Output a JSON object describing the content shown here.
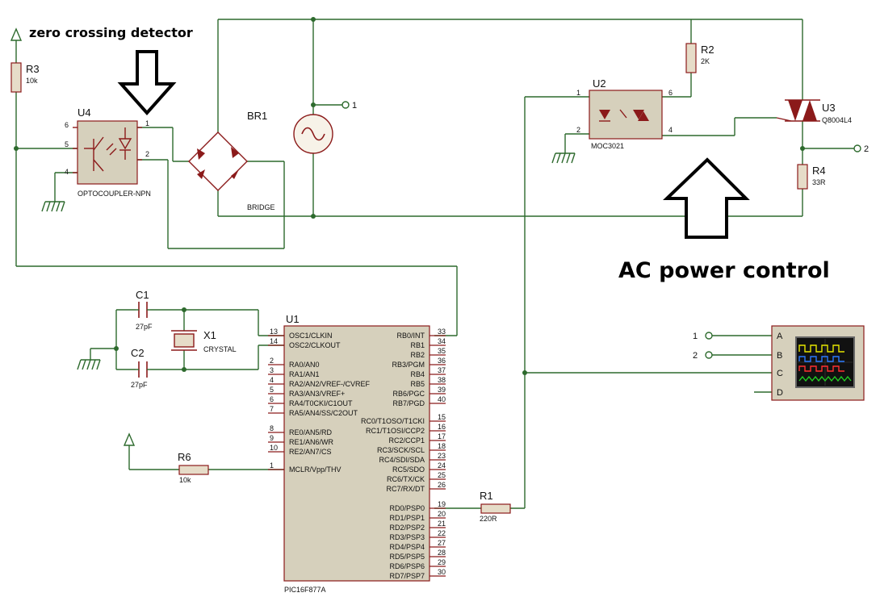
{
  "annotations": {
    "zero_crossing": "zero crossing detector",
    "ac_power": "AC power control"
  },
  "components": {
    "r3": {
      "ref": "R3",
      "value": "10k"
    },
    "u4": {
      "ref": "U4",
      "value": "OPTOCOUPLER-NPN",
      "pins": [
        "6",
        "5",
        "4",
        "1",
        "2"
      ]
    },
    "br1": {
      "ref": "BR1",
      "value": "BRIDGE"
    },
    "source": {
      "terminal": "1"
    },
    "r2": {
      "ref": "R2",
      "value": "2K"
    },
    "u2": {
      "ref": "U2",
      "value": "MOC3021",
      "pins": [
        "1",
        "2",
        "6",
        "4"
      ]
    },
    "u3": {
      "ref": "U3",
      "value": "Q8004L4"
    },
    "terminal2": "2",
    "r4": {
      "ref": "R4",
      "value": "33R"
    },
    "c1": {
      "ref": "C1",
      "value": "27pF"
    },
    "c2": {
      "ref": "C2",
      "value": "27pF"
    },
    "x1": {
      "ref": "X1",
      "value": "CRYSTAL"
    },
    "r6": {
      "ref": "R6",
      "value": "10k"
    },
    "r1": {
      "ref": "R1",
      "value": "220R"
    },
    "scope": {
      "inputs": [
        "1",
        "2"
      ],
      "channels": [
        "A",
        "B",
        "C",
        "D"
      ]
    }
  },
  "u1": {
    "ref": "U1",
    "part": "PIC16F877A",
    "left_pins": [
      {
        "num": "13",
        "name": "OSC1/CLKIN"
      },
      {
        "num": "14",
        "name": "OSC2/CLKOUT"
      },
      {
        "num": "2",
        "name": "RA0/AN0"
      },
      {
        "num": "3",
        "name": "RA1/AN1"
      },
      {
        "num": "4",
        "name": "RA2/AN2/VREF-/CVREF"
      },
      {
        "num": "5",
        "name": "RA3/AN3/VREF+"
      },
      {
        "num": "6",
        "name": "RA4/T0CKI/C1OUT"
      },
      {
        "num": "7",
        "name": "RA5/AN4/SS/C2OUT"
      },
      {
        "num": "8",
        "name": "RE0/AN5/RD"
      },
      {
        "num": "9",
        "name": "RE1/AN6/WR"
      },
      {
        "num": "10",
        "name": "RE2/AN7/CS"
      },
      {
        "num": "1",
        "name": "MCLR/Vpp/THV"
      }
    ],
    "right_pins": [
      {
        "num": "33",
        "name": "RB0/INT"
      },
      {
        "num": "34",
        "name": "RB1"
      },
      {
        "num": "35",
        "name": "RB2"
      },
      {
        "num": "36",
        "name": "RB3/PGM"
      },
      {
        "num": "37",
        "name": "RB4"
      },
      {
        "num": "38",
        "name": "RB5"
      },
      {
        "num": "39",
        "name": "RB6/PGC"
      },
      {
        "num": "40",
        "name": "RB7/PGD"
      },
      {
        "num": "15",
        "name": "RC0/T1OSO/T1CKI"
      },
      {
        "num": "16",
        "name": "RC1/T1OSI/CCP2"
      },
      {
        "num": "17",
        "name": "RC2/CCP1"
      },
      {
        "num": "18",
        "name": "RC3/SCK/SCL"
      },
      {
        "num": "23",
        "name": "RC4/SDI/SDA"
      },
      {
        "num": "24",
        "name": "RC5/SDO"
      },
      {
        "num": "25",
        "name": "RC6/TX/CK"
      },
      {
        "num": "26",
        "name": "RC7/RX/DT"
      },
      {
        "num": "19",
        "name": "RD0/PSP0"
      },
      {
        "num": "20",
        "name": "RD1/PSP1"
      },
      {
        "num": "21",
        "name": "RD2/PSP2"
      },
      {
        "num": "22",
        "name": "RD3/PSP3"
      },
      {
        "num": "27",
        "name": "RD4/PSP4"
      },
      {
        "num": "28",
        "name": "RD5/PSP5"
      },
      {
        "num": "29",
        "name": "RD6/PSP6"
      },
      {
        "num": "30",
        "name": "RD7/PSP7"
      }
    ]
  }
}
